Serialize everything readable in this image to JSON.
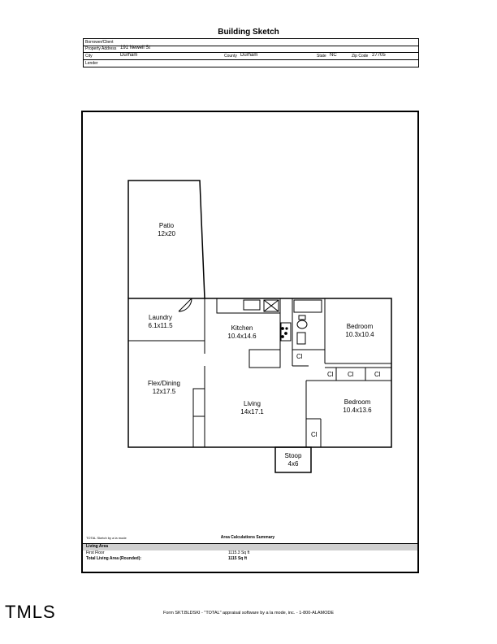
{
  "title": "Building Sketch",
  "header": {
    "borrower_label": "Borrower/Client",
    "property_label": "Property Address",
    "property_value": "191 Newell St",
    "city_label": "City",
    "city_value": "Durham",
    "county_label": "County",
    "county_value": "Durham",
    "state_label": "State",
    "state_value": "NC",
    "zip_label": "Zip Code",
    "zip_value": "27705",
    "lender_label": "Lender"
  },
  "rooms": {
    "patio": {
      "name": "Patio",
      "dims": "12x20"
    },
    "laundry": {
      "name": "Laundry",
      "dims": "6.1x11.5"
    },
    "kitchen": {
      "name": "Kitchen",
      "dims": "10.4x14.6"
    },
    "bedroom1": {
      "name": "Bedroom",
      "dims": "10.3x10.4"
    },
    "flex": {
      "name": "Flex/Dining",
      "dims": "12x17.5"
    },
    "living": {
      "name": "Living",
      "dims": "14x17.1"
    },
    "bedroom2": {
      "name": "Bedroom",
      "dims": "10.4x13.6"
    },
    "stoop": {
      "name": "Stoop",
      "dims": "4x6"
    },
    "closet_label": "Cl"
  },
  "summary": {
    "note": "TOTAL Sketch by a la mode",
    "title": "Area Calculations Summary",
    "living_area_label": "Living Area",
    "first_floor_label": "First Floor",
    "first_floor_value": "1115.3 Sq ft",
    "total_label": "Total Living Area (Rounded):",
    "total_value": "1115 Sq ft"
  },
  "footer": "Form SKT.BLDSKI - \"TOTAL\" appraisal software by a la mode, inc. - 1-800-ALAMODE",
  "logo": "TMLS"
}
